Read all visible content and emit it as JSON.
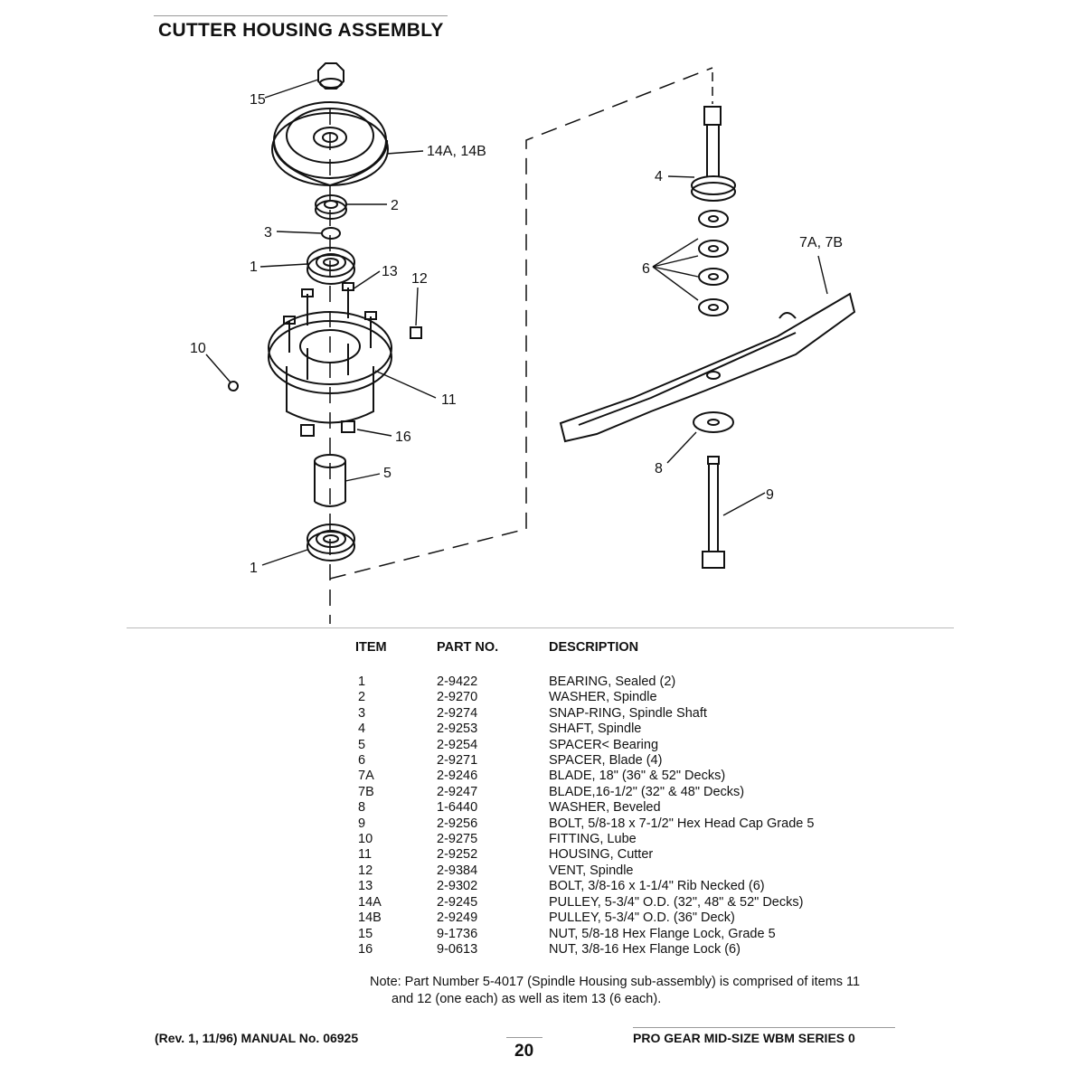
{
  "title": "CUTTER HOUSING ASSEMBLY",
  "callouts": {
    "c15": "15",
    "c14": "14A, 14B",
    "c2": "2",
    "c3": "3",
    "c1_top": "1",
    "c13": "13",
    "c12": "12",
    "c10": "10",
    "c11": "11",
    "c16": "16",
    "c5": "5",
    "c1_bottom": "1",
    "c4": "4",
    "c7": "7A, 7B",
    "c6": "6",
    "c8": "8",
    "c9": "9"
  },
  "table": {
    "headers": {
      "item": "ITEM",
      "part": "PART NO.",
      "description": "DESCRIPTION"
    },
    "rows": [
      {
        "item": "1",
        "part": "2-9422",
        "description": "BEARING, Sealed (2)"
      },
      {
        "item": "2",
        "part": "2-9270",
        "description": "WASHER, Spindle"
      },
      {
        "item": "3",
        "part": "2-9274",
        "description": "SNAP-RING, Spindle Shaft"
      },
      {
        "item": "4",
        "part": "2-9253",
        "description": "SHAFT, Spindle"
      },
      {
        "item": "5",
        "part": "2-9254",
        "description": "SPACER< Bearing"
      },
      {
        "item": "6",
        "part": "2-9271",
        "description": "SPACER, Blade (4)"
      },
      {
        "item": "7A",
        "part": "2-9246",
        "description": "BLADE, 18\" (36\" & 52\" Decks)"
      },
      {
        "item": "7B",
        "part": "2-9247",
        "description": "BLADE,16-1/2\" (32\" & 48\" Decks)"
      },
      {
        "item": "8",
        "part": "1-6440",
        "description": "WASHER, Beveled"
      },
      {
        "item": "9",
        "part": "2-9256",
        "description": "BOLT, 5/8-18 x 7-1/2\" Hex Head Cap Grade 5"
      },
      {
        "item": "10",
        "part": "2-9275",
        "description": "FITTING, Lube"
      },
      {
        "item": "11",
        "part": "2-9252",
        "description": "HOUSING, Cutter"
      },
      {
        "item": "12",
        "part": "2-9384",
        "description": "VENT, Spindle"
      },
      {
        "item": "13",
        "part": "2-9302",
        "description": "BOLT, 3/8-16 x 1-1/4\" Rib Necked (6)"
      },
      {
        "item": "14A",
        "part": "2-9245",
        "description": "PULLEY, 5-3/4\" O.D. (32\", 48\" & 52\" Decks)"
      },
      {
        "item": "14B",
        "part": "2-9249",
        "description": "PULLEY, 5-3/4\" O.D. (36\" Deck)"
      },
      {
        "item": "15",
        "part": "9-1736",
        "description": "NUT, 5/8-18 Hex Flange Lock, Grade 5"
      },
      {
        "item": "16",
        "part": "9-0613",
        "description": "NUT, 3/8-16 Hex Flange Lock (6)"
      }
    ]
  },
  "note": {
    "line1": "Note: Part Number 5-4017 (Spindle Housing sub-assembly) is comprised of items 11",
    "line2": "and 12 (one each) as well as item 13 (6 each)."
  },
  "footer": {
    "left": "(Rev. 1, 11/96) MANUAL No. 06925",
    "right": "PRO GEAR MID-SIZE WBM SERIES 0",
    "page": "20"
  }
}
